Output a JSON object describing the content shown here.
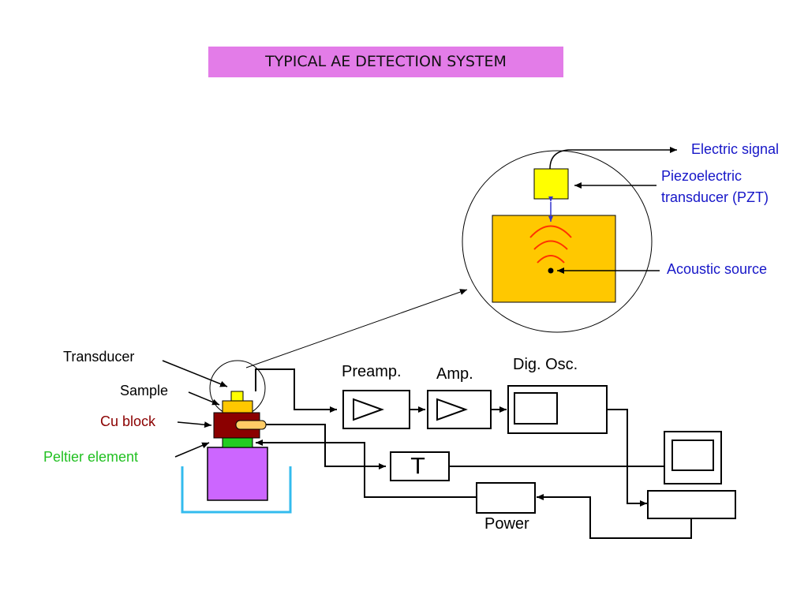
{
  "title": "TYPICAL AE DETECTION SYSTEM",
  "inset": {
    "electric_signal": "Electric signal",
    "pzt_line1": "Piezoelectric",
    "pzt_line2": "transducer (PZT)",
    "acoustic_source": "Acoustic source"
  },
  "setup": {
    "transducer": "Transducer",
    "sample": "Sample",
    "cu_block": "Cu block",
    "peltier": "Peltier element"
  },
  "chain": {
    "preamp": "Preamp.",
    "amp": "Amp.",
    "dig_osc": "Dig. Osc.",
    "thermometer_symbol": "T",
    "power": "Power"
  },
  "colors": {
    "title_bg": "#e37ce8",
    "label_blue": "#1616c8",
    "cu_label": "#8b0000",
    "peltier_label": "#22c022",
    "sample_fill": "#ffc800",
    "pzt_fill": "#ffff00",
    "wave": "#ff3300",
    "cu_block_fill": "#8b0000",
    "peltier_fill": "#22cc22",
    "heatsink_fill": "#cc66ff",
    "bath": "#33bbee"
  }
}
